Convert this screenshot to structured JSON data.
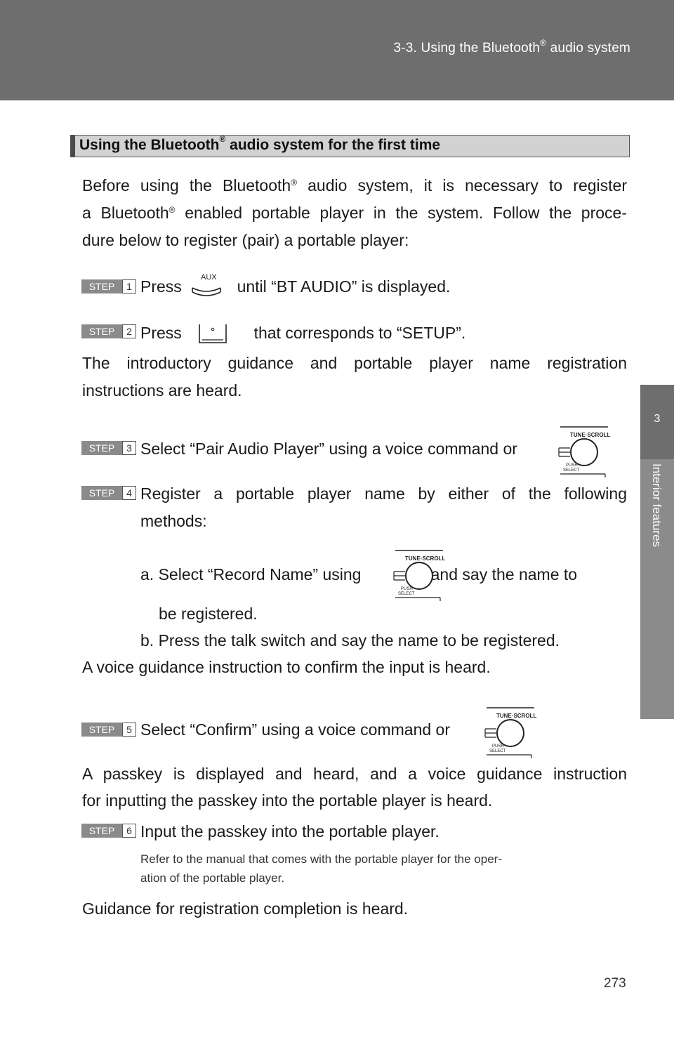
{
  "header": {
    "title_prefix": "3-3. Using the Bluetooth",
    "registered": "®",
    "title_suffix": " audio system"
  },
  "side_tab": {
    "chapter_number": "3",
    "chapter_label": "Interior features"
  },
  "section": {
    "title_prefix": "Using the Bluetooth",
    "registered": "®",
    "title_suffix": " audio system for the first time"
  },
  "intro": {
    "line1_a": "Before using the Bluetooth",
    "line1_b": " audio system, it is necessary to register",
    "line2_a": "a Bluetooth",
    "line2_b": " enabled portable player in the system. Follow the proce-",
    "line3": "dure below to register (pair) a portable player:"
  },
  "steps": [
    {
      "label": "STEP",
      "number": "1",
      "text_a": "Press ",
      "text_b": " until “BT AUDIO” is displayed.",
      "icon": "aux-button-icon",
      "icon_text": "AUX"
    },
    {
      "label": "STEP",
      "number": "2",
      "text_a": "Press ",
      "text_b": " that corresponds to “SETUP”.",
      "icon": "preset-button-icon"
    },
    {
      "label": "STEP",
      "number": "3",
      "text_a": "Select “Pair Audio Player” using a voice command or ",
      "text_b": ".",
      "icon": "tune-scroll-knob-icon"
    },
    {
      "label": "STEP",
      "number": "4",
      "line1": "Register a portable player name by either of the following",
      "line2": "methods:"
    },
    {
      "label": "STEP",
      "number": "5",
      "text_a": "Select “Confirm” using a voice command or ",
      "text_b": ".",
      "icon": "tune-scroll-knob-icon"
    },
    {
      "label": "STEP",
      "number": "6",
      "text": "Input the passkey into the portable player."
    }
  ],
  "step2_result": {
    "line1": "The introductory guidance and portable player name registration",
    "line2": "instructions are heard."
  },
  "method_a": {
    "text_a": "a. Select “Record Name” using ",
    "text_b": ", and say the name to",
    "line2": "be registered."
  },
  "method_b": "b. Press the talk switch and say the name to be registered.",
  "step4_result": "A voice guidance instruction to confirm the input is heard.",
  "step5_result": {
    "line1": "A passkey is displayed and heard, and a voice guidance instruction",
    "line2": "for inputting the passkey into the portable player is heard."
  },
  "step6_note": {
    "line1": "Refer to the manual that comes with the portable player for the oper-",
    "line2": "ation of the portable player."
  },
  "completion": "Guidance for registration completion is heard.",
  "knob": {
    "top_label": "TUNE·SCROLL",
    "push": "PUSH",
    "select": "SELECT"
  },
  "page_number": "273",
  "colors": {
    "header_bg": "#6e6e6e",
    "tab_label_bg": "#8b8b8b",
    "section_bg": "#d2d2d2",
    "step_bg": "#8a8a8a"
  }
}
